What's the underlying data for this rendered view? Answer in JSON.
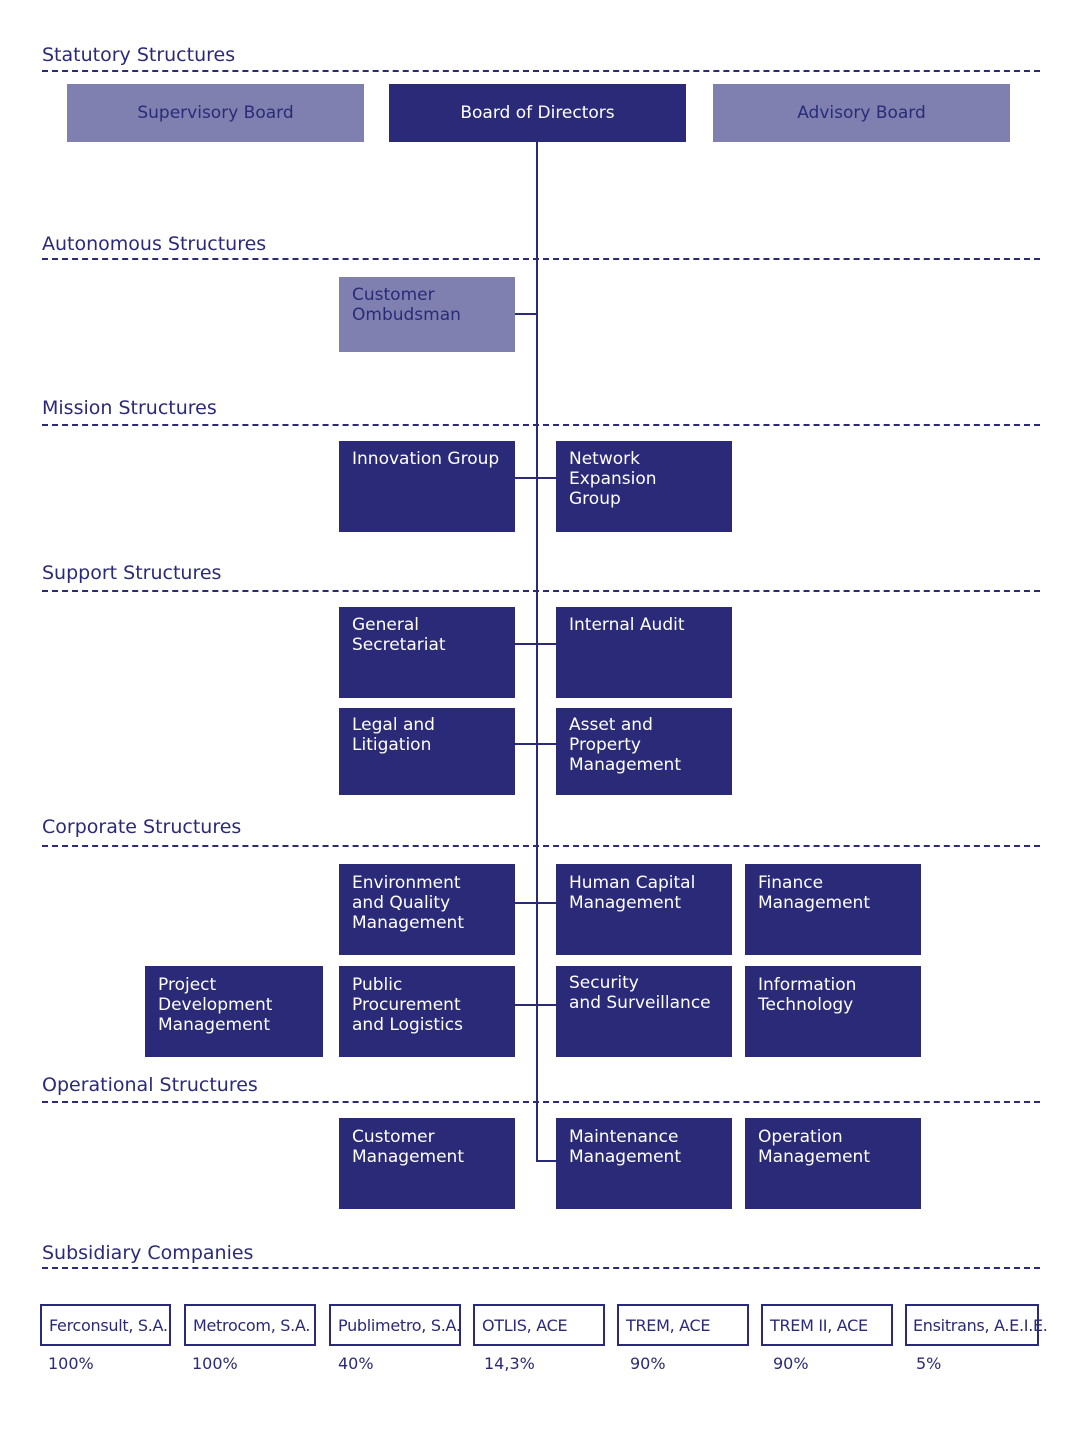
{
  "sections": {
    "statutory": "Statutory Structures",
    "autonomous": "Autonomous Structures",
    "mission": "Mission Structures",
    "support": "Support Structures",
    "corporate": "Corporate Structures",
    "operational": "Operational Structures",
    "subsidiary": "Subsidiary Companies"
  },
  "statutory": {
    "supervisory": "Supervisory Board",
    "board": "Board of Directors",
    "advisory": "Advisory Board"
  },
  "autonomous": {
    "ombudsman": "Customer\nOmbudsman"
  },
  "mission": {
    "innovation": "Innovation Group",
    "network": "Network\nExpansion\nGroup"
  },
  "support": {
    "secretariat": "General\nSecretariat",
    "audit": "Internal Audit",
    "legal": "Legal and\nLitigation",
    "asset": "Asset and\nProperty\nManagement"
  },
  "corporate": {
    "environment": "Environment\nand Quality\nManagement",
    "human": "Human Capital\nManagement",
    "finance": "Finance\nManagement",
    "project": "Project\nDevelopment\nManagement",
    "procurement": "Public\nProcurement\nand Logistics",
    "security": "Security\nand Surveillance",
    "it": "Information\nTechnology"
  },
  "operational": {
    "customer": "Customer\nManagement",
    "maintenance": "Maintenance\nManagement",
    "operation": "Operation\nManagement"
  },
  "subsidiaries": [
    {
      "name": "Ferconsult, S.A.",
      "share": "100%"
    },
    {
      "name": "Metrocom, S.A.",
      "share": "100%"
    },
    {
      "name": "Publimetro, S.A.",
      "share": "40%"
    },
    {
      "name": "OTLIS, ACE",
      "share": "14,3%"
    },
    {
      "name": "TREM, ACE",
      "share": "90%"
    },
    {
      "name": "TREM II, ACE",
      "share": "90%"
    },
    {
      "name": "Ensitrans, A.E.I.E.",
      "share": "5%"
    }
  ],
  "colors": {
    "dark": "#2a2a78",
    "light": "#7f80b0"
  }
}
